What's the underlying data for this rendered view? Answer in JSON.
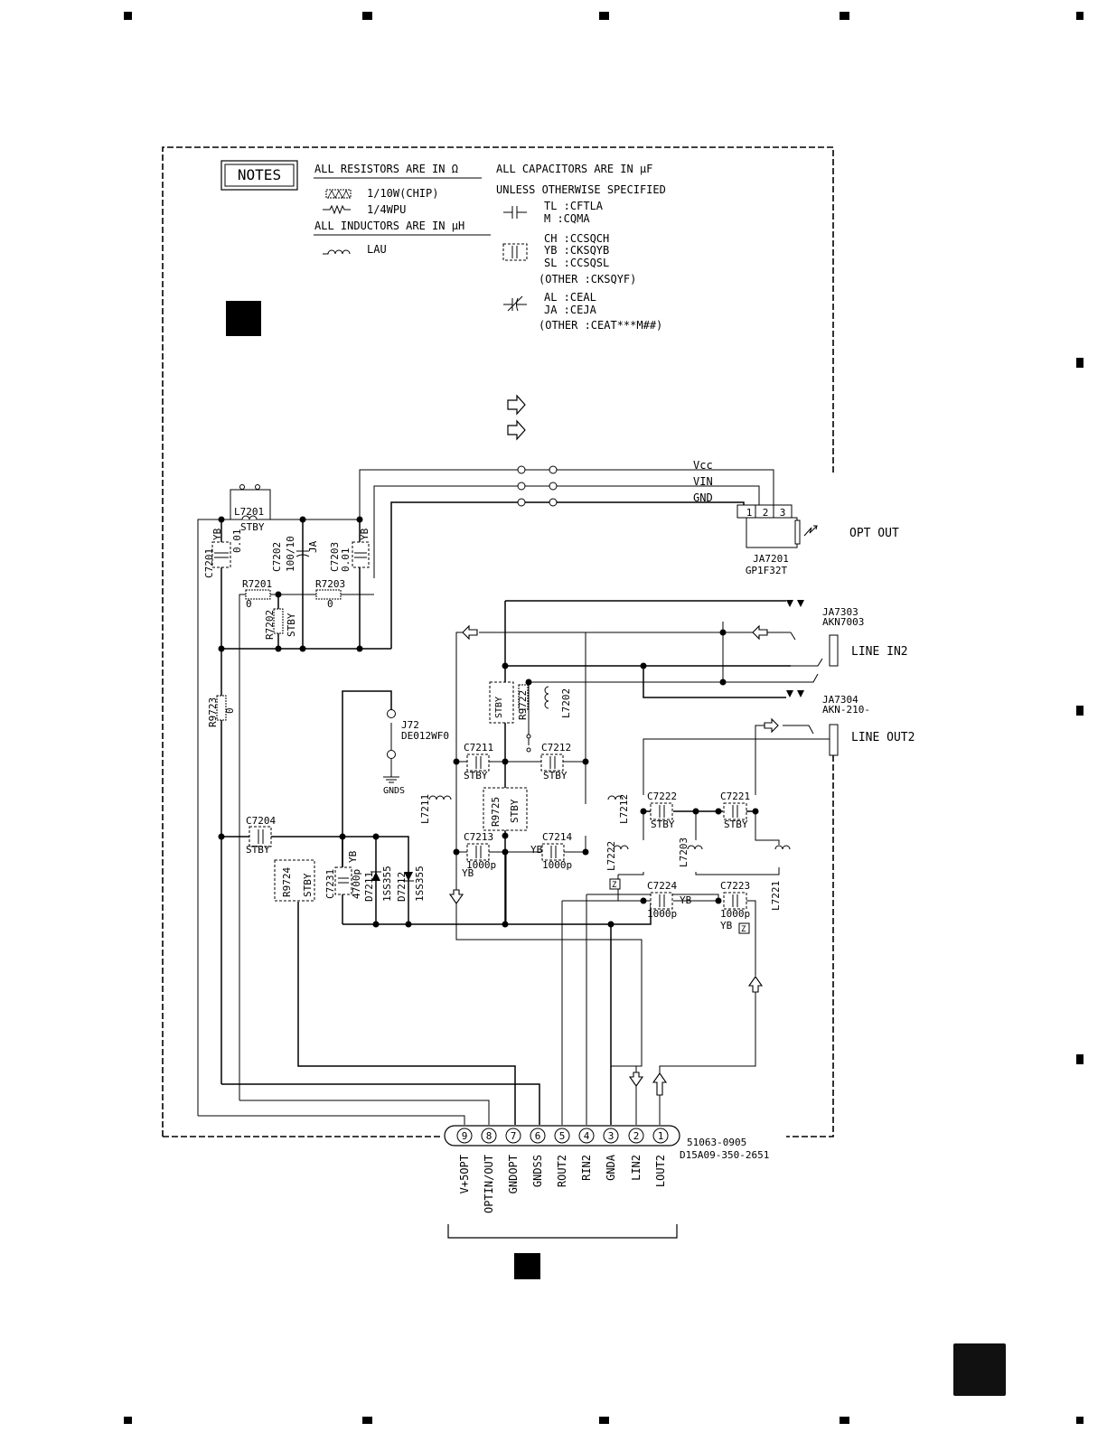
{
  "notes": {
    "box_label": "NOTES",
    "resistors_header": "ALL RESISTORS ARE IN Ω",
    "res_chip": "1/10W(CHIP)",
    "res_pu": "1/4WPU",
    "inductors_header": "ALL INDUCTORS ARE IN µH",
    "ind_lau": "LAU",
    "capacitors_header": "ALL CAPACITORS ARE IN µF",
    "capacitors_sub": "UNLESS OTHERWISE SPECIFIED",
    "cap_film": [
      "TL :CFTLA",
      "M  :CQMA"
    ],
    "cap_ceramic": [
      "CH :CCSQCH",
      "YB :CKSQYB",
      "SL :CCSQSL"
    ],
    "cap_ceramic_other": "(OTHER :CKSQYF)",
    "cap_elec": [
      "AL :CEAL",
      "JA :CEJA"
    ],
    "cap_elec_other": "(OTHER :CEAT***M##)"
  },
  "optical": {
    "nets": [
      "Vcc",
      "VIN",
      "GND"
    ],
    "pins": [
      "1",
      "2",
      "3"
    ],
    "ref": "JA7201",
    "part": "GP1F32T",
    "label": "OPT OUT"
  },
  "jacks": {
    "in_ref": "JA7303",
    "in_part": "AKN7003",
    "in_label": "LINE IN2",
    "out_ref": "JA7304",
    "out_part": "AKN-210-",
    "out_label": "LINE OUT2"
  },
  "components": {
    "L7201": "L7201",
    "L7201_note": "STBY",
    "C7201": "C7201",
    "C7201_type": "YB",
    "C7201_val": "0.01",
    "C7202": "C7202",
    "C7202_val": "100/10",
    "C7202_type": "JA",
    "C7203": "C7203",
    "C7203_val": "0.01",
    "C7203_type": "YB",
    "R7201": "R7201",
    "R7201_val": "0",
    "R7203": "R7203",
    "R7203_val": "0",
    "R7202": "R7202",
    "R7202_note": "STBY",
    "R9723": "R9723",
    "R9723_val": "0",
    "J72": "J72",
    "J72_part": "DE012WF0",
    "GNDS": "GNDS",
    "C7204": "C7204",
    "C7204_note": "STBY",
    "R9724": "R9724",
    "R9724_note": "STBY",
    "C7231": "C7231",
    "C7231_val": "4700p",
    "C7231_type": "YB",
    "D7211": "D7211",
    "D7211_part": "1SS355",
    "D7212": "D7212",
    "D7212_part": "1SS355",
    "R9722": "R9722",
    "R9722_note": "STBY",
    "L7202": "L7202",
    "C7211": "C7211",
    "C7211_note": "STBY",
    "C7212": "C7212",
    "C7212_note": "STBY",
    "L7211": "L7211",
    "L7212": "L7212",
    "R9725": "R9725",
    "R9725_note": "STBY",
    "C7213": "C7213",
    "C7213_val": "1000p",
    "C7213_type": "YB",
    "C7214": "C7214",
    "C7214_val": "1000p",
    "C7214_type": "YB",
    "C7222": "C7222",
    "C7222_note": "STBY",
    "C7221": "C7221",
    "C7221_note": "STBY",
    "L7222": "L7222",
    "L7203": "L7203",
    "C7224": "C7224",
    "C7224_val": "1000p",
    "C7224_type": "YB",
    "C7223": "C7223",
    "C7223_val": "1000p",
    "C7223_type": "YB",
    "L7221": "L7221",
    "Z": "Z"
  },
  "connector": {
    "pins": [
      "9",
      "8",
      "7",
      "6",
      "5",
      "4",
      "3",
      "2",
      "1"
    ],
    "signals": [
      "V+5OPT",
      "OPTIN/OUT",
      "GNDOPT",
      "GNDSS",
      "ROUT2",
      "RIN2",
      "GNDA",
      "LIN2",
      "LOUT2"
    ],
    "part1": "51063-0905",
    "part2": "D15A09-350-2651"
  }
}
